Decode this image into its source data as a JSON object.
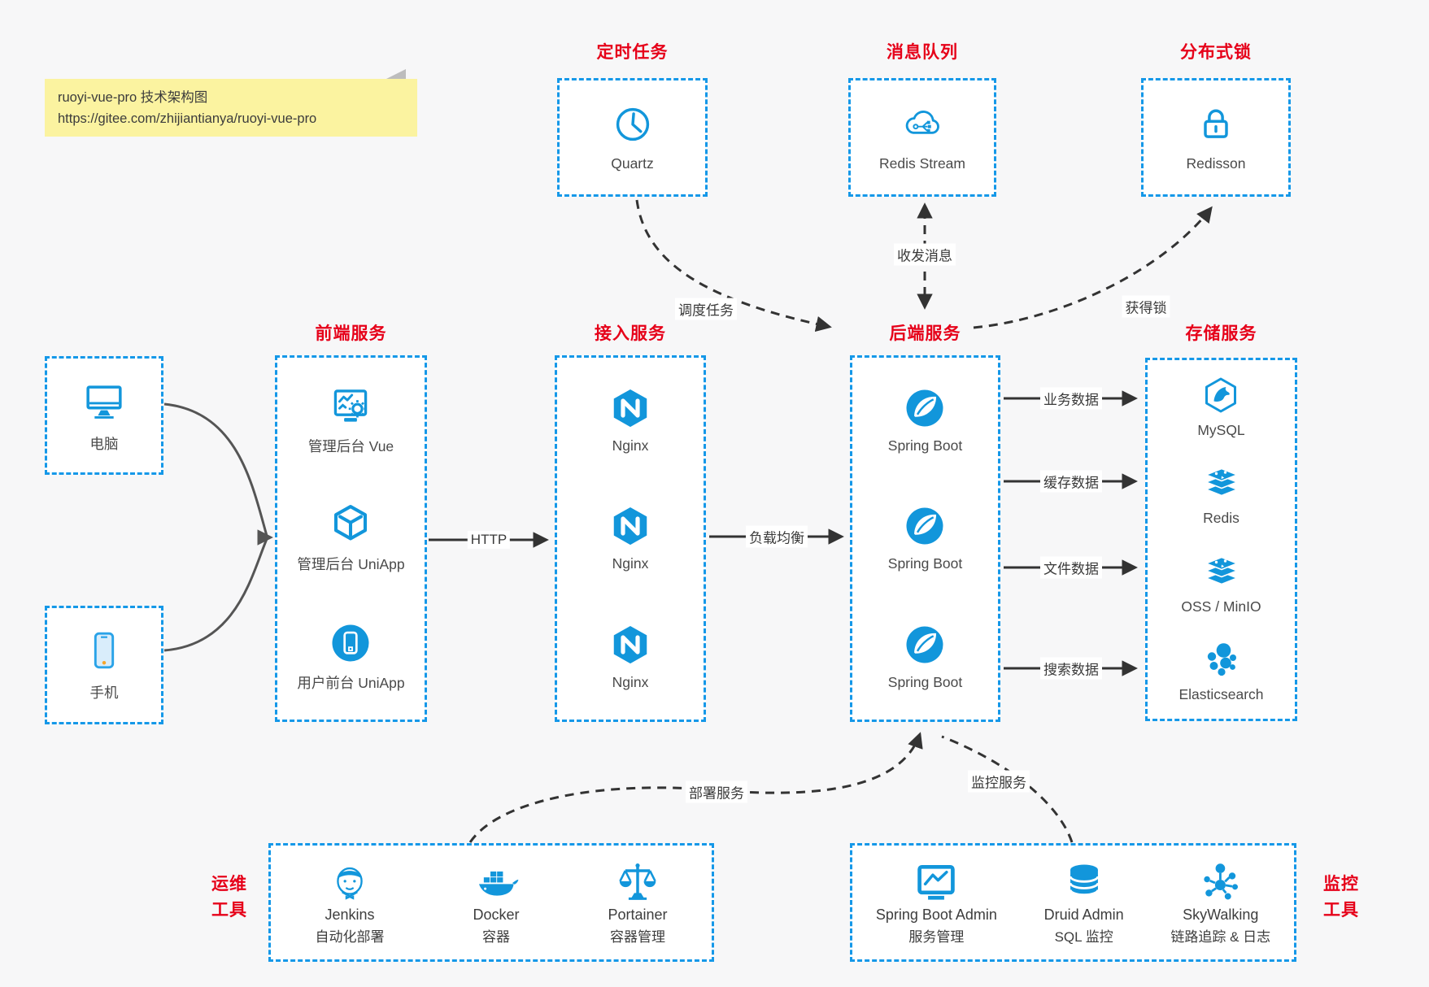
{
  "note": {
    "line1": "ruoyi-vue-pro 技术架构图",
    "line2": "https://gitee.com/zhijiantianya/ruoyi-vue-pro"
  },
  "colors": {
    "accent_blue": "#1296db",
    "border_blue": "#1598e8",
    "title_red": "#e60019",
    "line_dark": "#333333",
    "note_yellow": "#fbf3a0"
  },
  "top_groups": [
    {
      "title": "定时任务",
      "label": "Quartz",
      "icon": "clock-icon"
    },
    {
      "title": "消息队列",
      "label": "Redis Stream",
      "icon": "cloud-stream-icon"
    },
    {
      "title": "分布式锁",
      "label": "Redisson",
      "icon": "lock-icon"
    }
  ],
  "clients": [
    {
      "label": "电脑",
      "icon": "desktop-icon"
    },
    {
      "label": "手机",
      "icon": "smartphone-icon"
    }
  ],
  "frontend": {
    "title": "前端服务",
    "items": [
      {
        "label": "管理后台 Vue",
        "icon": "admin-vue-icon"
      },
      {
        "label": "管理后台 UniApp",
        "icon": "uniapp-cube-icon"
      },
      {
        "label": "用户前台 UniApp",
        "icon": "user-uniapp-icon"
      }
    ]
  },
  "gateway": {
    "title": "接入服务",
    "items": [
      {
        "label": "Nginx",
        "icon": "nginx-icon"
      },
      {
        "label": "Nginx",
        "icon": "nginx-icon"
      },
      {
        "label": "Nginx",
        "icon": "nginx-icon"
      }
    ]
  },
  "backend": {
    "title": "后端服务",
    "items": [
      {
        "label": "Spring Boot",
        "icon": "spring-icon"
      },
      {
        "label": "Spring Boot",
        "icon": "spring-icon"
      },
      {
        "label": "Spring Boot",
        "icon": "spring-icon"
      }
    ]
  },
  "storage": {
    "title": "存储服务",
    "items": [
      {
        "label": "MySQL",
        "icon": "mysql-icon"
      },
      {
        "label": "Redis",
        "icon": "redis-icon"
      },
      {
        "label": "OSS / MinIO",
        "icon": "object-storage-icon"
      },
      {
        "label": "Elasticsearch",
        "icon": "elasticsearch-icon"
      }
    ]
  },
  "ops": {
    "title_line1": "运维",
    "title_line2": "工具",
    "items": [
      {
        "name": "Jenkins",
        "desc": "自动化部署",
        "icon": "jenkins-icon"
      },
      {
        "name": "Docker",
        "desc": "容器",
        "icon": "docker-icon"
      },
      {
        "name": "Portainer",
        "desc": "容器管理",
        "icon": "portainer-icon"
      }
    ]
  },
  "monitoring": {
    "title_line1": "监控",
    "title_line2": "工具",
    "items": [
      {
        "name": "Spring Boot Admin",
        "desc": "服务管理",
        "icon": "spring-boot-admin-icon"
      },
      {
        "name": "Druid Admin",
        "desc": "SQL 监控",
        "icon": "druid-database-icon"
      },
      {
        "name": "SkyWalking",
        "desc": "链路追踪 & 日志",
        "icon": "skywalking-icon"
      }
    ]
  },
  "edges": {
    "http": "HTTP",
    "load_balance": "负载均衡",
    "business_data": "业务数据",
    "cache_data": "缓存数据",
    "file_data": "文件数据",
    "search_data": "搜索数据",
    "schedule_task": "调度任务",
    "send_receive_msg": "收发消息",
    "acquire_lock": "获得锁",
    "deploy_service": "部署服务",
    "monitor_service": "监控服务"
  }
}
